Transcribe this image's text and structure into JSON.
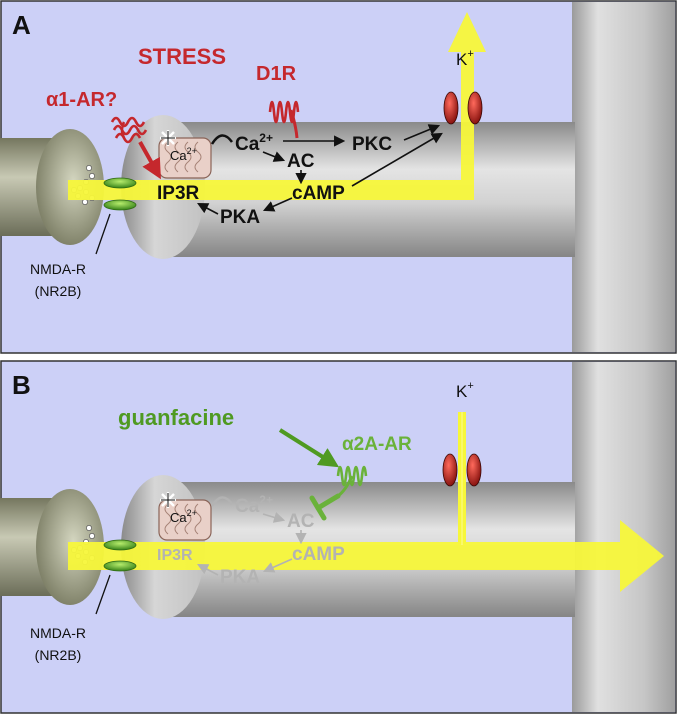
{
  "panels": [
    {
      "letter": "A",
      "stress": "STRESS",
      "a1ar": "α1-AR?",
      "d1r": "D1R",
      "ca_store": "Ca",
      "ca_store_sup": "2+",
      "ca": "Ca",
      "ca_sup": "2+",
      "pkc": "PKC",
      "ac": "AC",
      "camp": "cAMP",
      "ip3r": "IP3R",
      "pka": "PKA",
      "k": "K",
      "k_sup": "+",
      "nmda": "NMDA-R",
      "nr2b": "(NR2B)"
    },
    {
      "letter": "B",
      "guanfacine": "guanfacine",
      "a2aar": "α2A-AR",
      "ca_store": "Ca",
      "ca_store_sup": "2+",
      "ca": "Ca",
      "ca_sup": "2+",
      "ac": "AC",
      "camp": "cAMP",
      "ip3r": "IP3R",
      "pka": "PKA",
      "k": "K",
      "k_sup": "+",
      "nmda": "NMDA-R",
      "nr2b": "(NR2B)"
    }
  ],
  "colors": {
    "background": "#ccd0f7",
    "yellow": "#f7f73a",
    "red": "#c5282d",
    "green": "#6ab23a",
    "faded": "#b3b3b3"
  }
}
